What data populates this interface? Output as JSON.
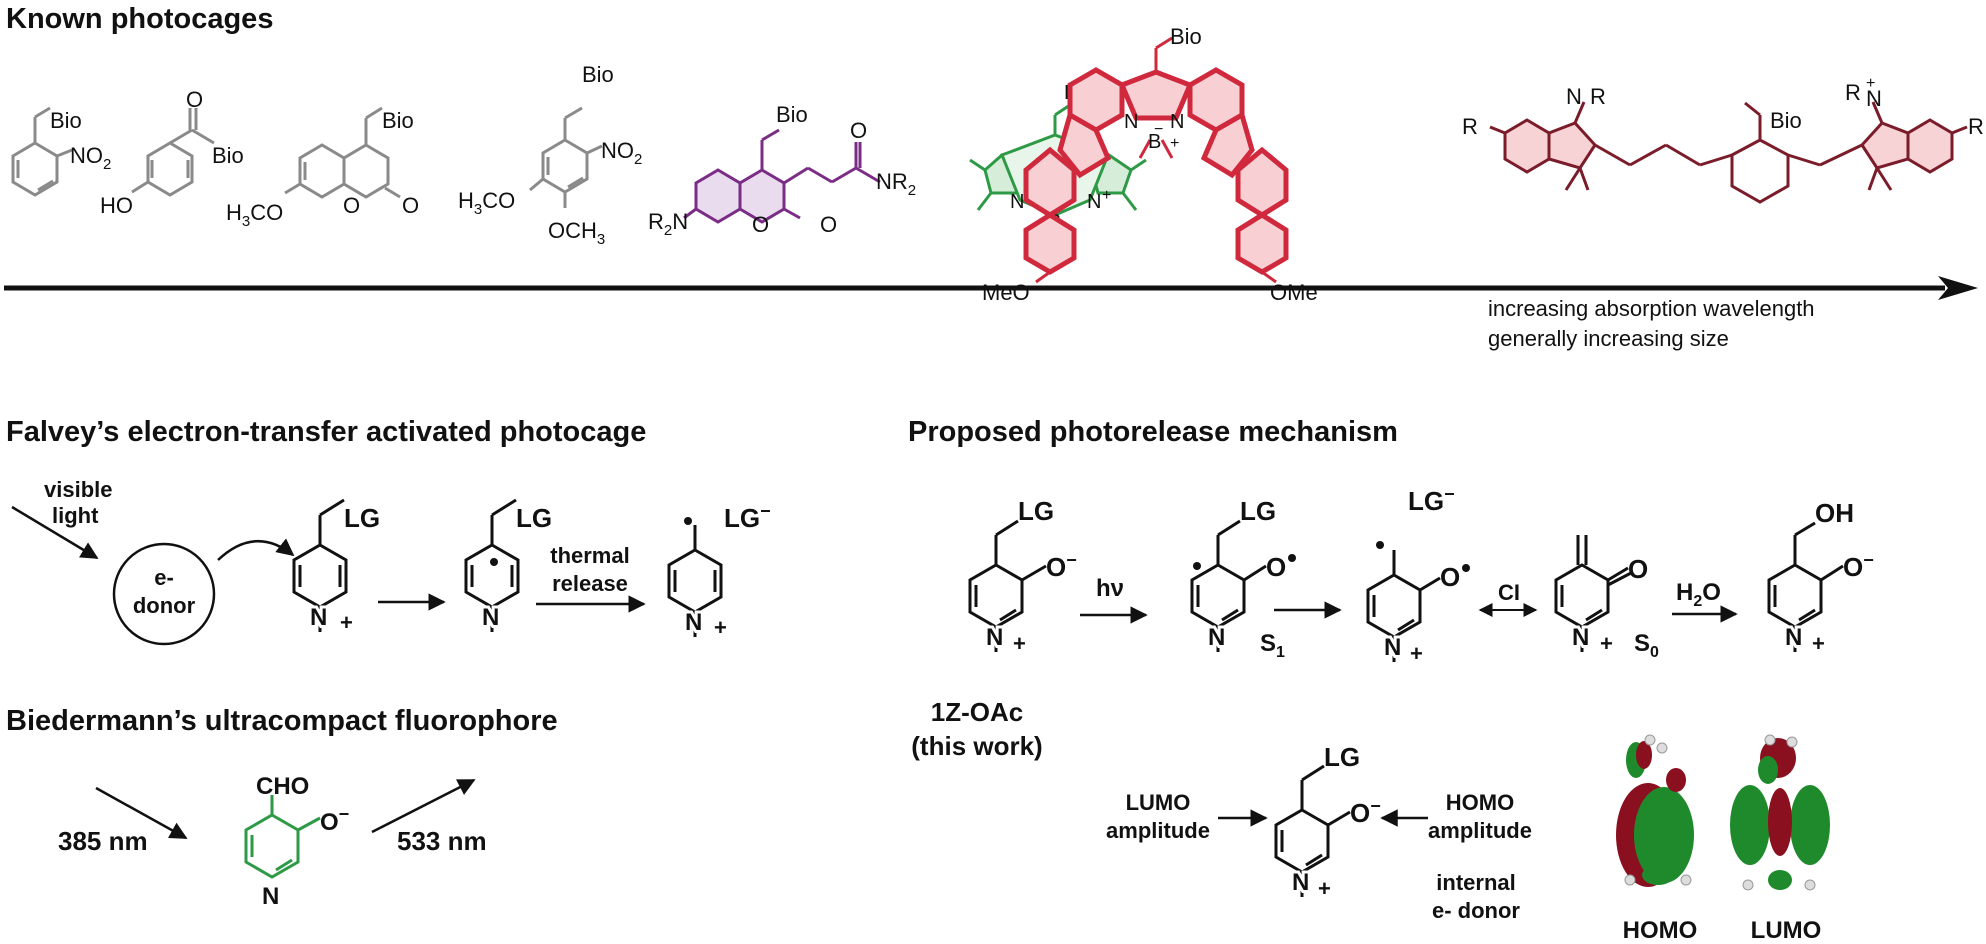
{
  "headers": {
    "known": "Known photocages",
    "falvey": "Falvey’s electron-transfer activated photocage",
    "biedermann": "Biedermann’s ultracompact fluorophore",
    "proposed": "Proposed photorelease mechanism"
  },
  "arrow_caption": {
    "line1": "increasing absorption wavelength",
    "line2": "generally increasing size"
  },
  "atoms": {
    "bio": "Bio",
    "no2": "NO",
    "no2_sub": "2",
    "ho": "HO",
    "o": "O",
    "h3co": "H",
    "h3co_sub": "3",
    "h3co_tail": "CO",
    "och3": "OCH",
    "och3_sub": "3",
    "nr2": "NR",
    "nr2_sub": "2",
    "r2n": "R",
    "r2n_sub": "2",
    "r2n_tail": "N",
    "n": "N",
    "b": "B",
    "plus": "+",
    "minus": "−",
    "meo": "MeO",
    "ome": "OMe",
    "r": "R",
    "lg": "LG",
    "lg_minus": "LG",
    "cho": "CHO",
    "oh": "OH",
    "cl": "CI",
    "h2o": "H",
    "h2o_sub": "2",
    "h2o_tail": "O",
    "s": "S",
    "s1_sub": "1",
    "s0_sub": "0",
    "hv": "hν"
  },
  "falvey": {
    "visible_line1": "visible",
    "visible_line2": "light",
    "donor_line1": "e-",
    "donor_line2": "donor",
    "thermal_line1": "thermal",
    "thermal_line2": "release"
  },
  "biedermann": {
    "abs": "385 nm",
    "em": "533 nm"
  },
  "mechanism": {
    "compound_line1": "1Z-OAc",
    "compound_line2": "(this work)",
    "lumo_line1": "LUMO",
    "lumo_line2": "amplitude",
    "homo_line1": "HOMO",
    "homo_line2": "amplitude",
    "internal_line1": "internal",
    "internal_line2": "e- donor",
    "homo_label": "HOMO",
    "lumo_label": "LUMO"
  },
  "colors": {
    "gray": "#8a8a8a",
    "purple": "#7b2d86",
    "green": "#2e9a46",
    "red": "#d0283c",
    "darkred": "#7a1c2a",
    "black": "#111111",
    "orbital_red": "#8a1020",
    "orbital_green": "#1f8a2c"
  }
}
